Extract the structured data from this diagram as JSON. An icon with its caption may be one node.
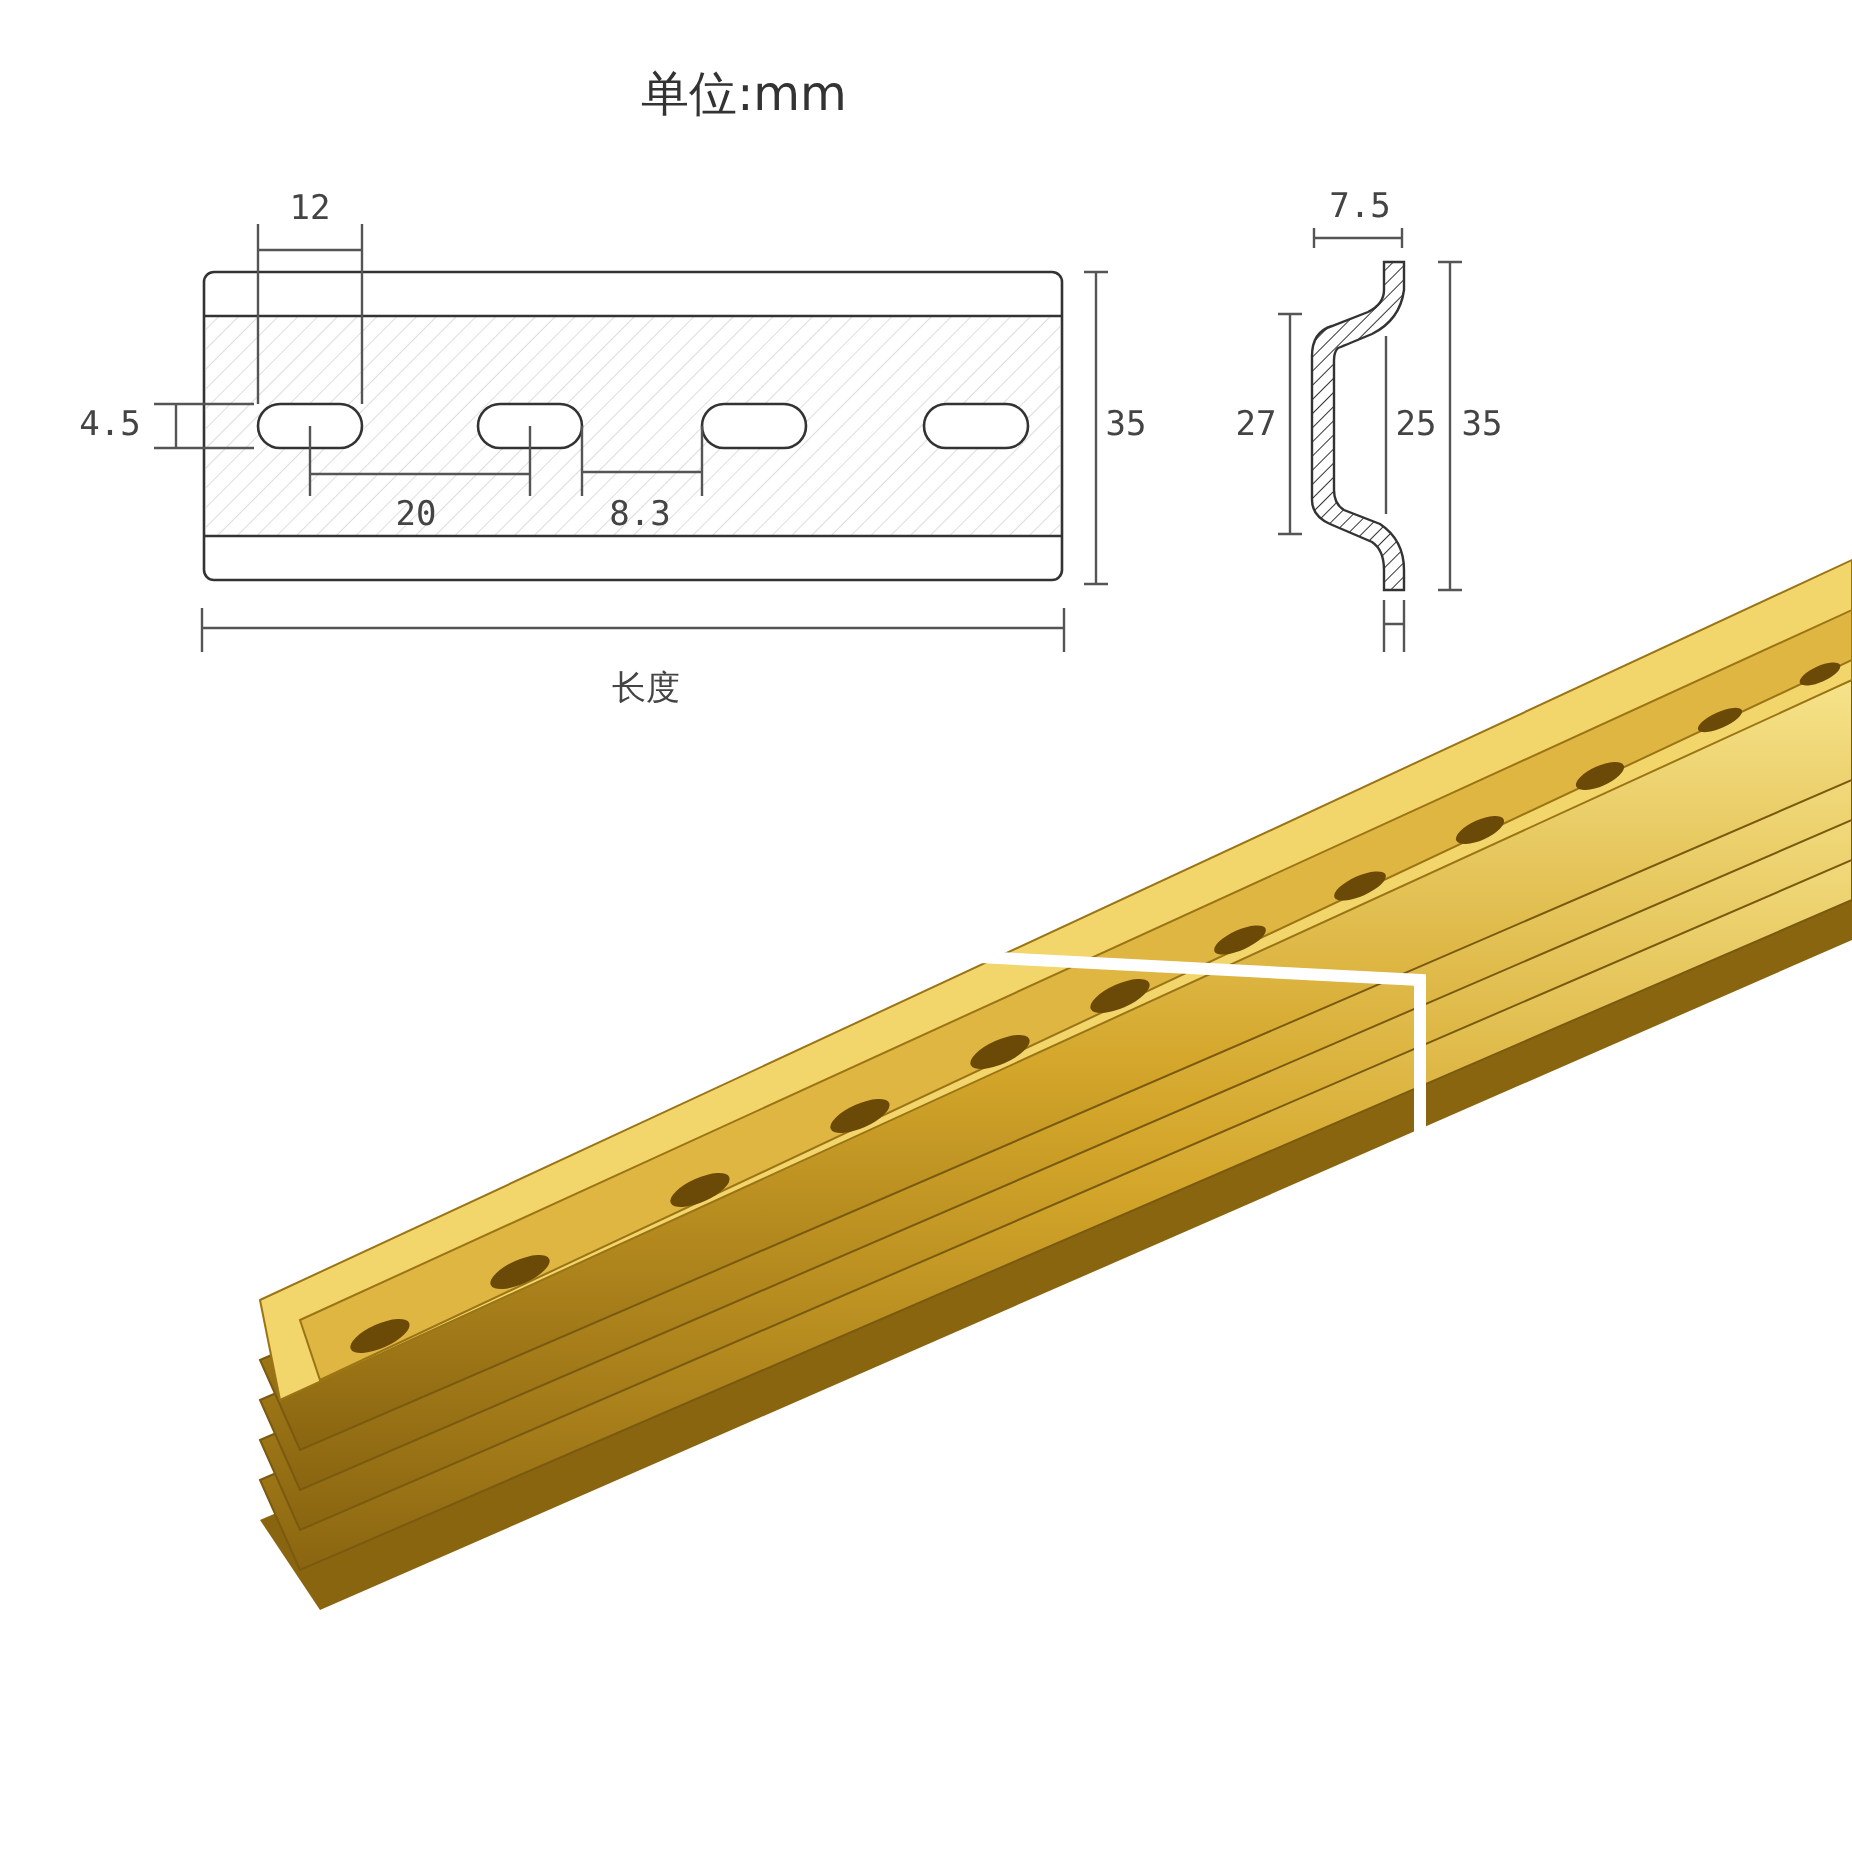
{
  "diagram": {
    "title": "单位:mm",
    "labels": [
      "12",
      "4.5",
      "35",
      "20",
      "8.3",
      "长度",
      "7.5",
      "27",
      "25",
      "35"
    ]
  }
}
